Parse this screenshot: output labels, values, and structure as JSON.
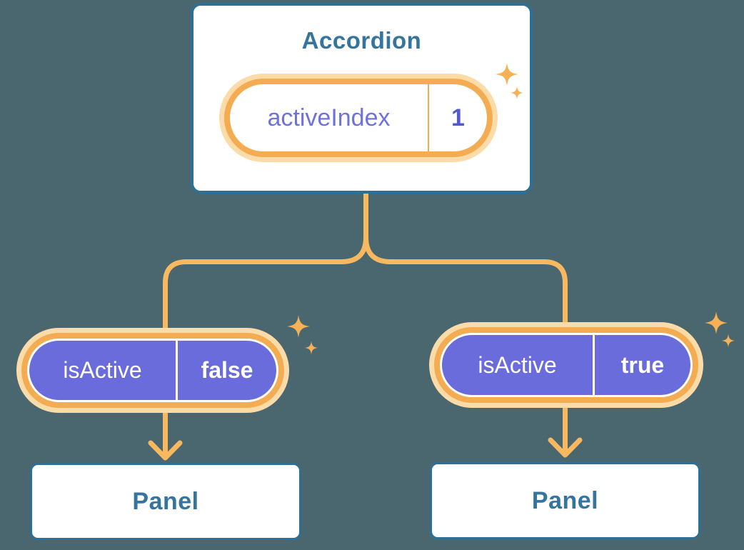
{
  "colors": {
    "bg": "#4A6770",
    "card-bg": "#FFFFFF",
    "card-border": "#2E7095",
    "blue-text": "#35749E",
    "line": "#F7B85F",
    "ring": "#F4AC52",
    "glow": "#FBDCA8",
    "indigo": "#6A6CDC",
    "indigo-text": "#6F72DC",
    "indigo-value": "#5557CE",
    "sparkle": "#F6B156",
    "white": "#FFFFFF"
  },
  "accordion": {
    "title": "Accordion",
    "state": {
      "label": "activeIndex",
      "value": "1"
    }
  },
  "children": [
    {
      "prop": {
        "label": "isActive",
        "value": "false"
      },
      "panel_label": "Panel"
    },
    {
      "prop": {
        "label": "isActive",
        "value": "true"
      },
      "panel_label": "Panel"
    }
  ],
  "icons": {
    "sparkle": "sparkle-icon",
    "arrow": "arrow-down-icon"
  }
}
